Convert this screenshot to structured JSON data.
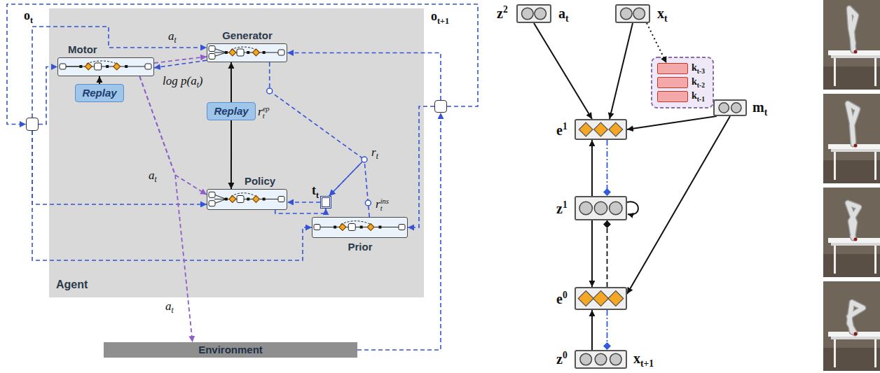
{
  "diagram": {
    "nodes": [
      {
        "text": [
          "Agent"
        ]
      },
      {
        "text": [
          "Generator"
        ],
        "in": 0
      },
      {
        "text": [
          "Motor"
        ],
        "in": 0
      },
      {
        "text": [
          "Policy"
        ],
        "in": 0
      },
      {
        "text": [
          "Prior"
        ],
        "in": 0
      },
      {
        "text": [
          "Replay"
        ],
        "in": 0
      },
      {
        "text": [
          "Replay"
        ],
        "in": 0
      },
      {
        "text": [
          "tt"
        ],
        "in": 0
      },
      {
        "text": [
          "Environment"
        ]
      },
      {
        "text": [
          "ot"
        ]
      },
      {
        "text": [
          "ot+1"
        ]
      },
      {
        "text": [
          "z2",
          "at"
        ]
      },
      {
        "text": [
          "xt"
        ]
      },
      {
        "text": [
          "kt-3"
        ]
      },
      {
        "text": [
          "kt-2"
        ]
      },
      {
        "text": [
          "kt-1"
        ]
      },
      {
        "text": [
          "mt"
        ]
      },
      {
        "text": [
          "e1"
        ]
      },
      {
        "text": [
          "z1"
        ]
      },
      {
        "text": [
          "e0"
        ]
      },
      {
        "text": [
          "z0",
          "xt+1"
        ]
      }
    ],
    "edges": [
      {
        "from": 9,
        "to": 1,
        "arrow": "to"
      },
      {
        "from": 9,
        "to": 2,
        "arrow": "to"
      },
      {
        "from": 9,
        "to": 3,
        "arrow": "to"
      },
      {
        "from": 9,
        "to": 4,
        "arrow": "to"
      },
      {
        "from": 10,
        "to": 1,
        "arrow": "to"
      },
      {
        "from": 10,
        "to": 4,
        "arrow": "to"
      },
      {
        "from": 10,
        "to": 9,
        "arrow": "to"
      },
      {
        "from": 8,
        "to": 10,
        "arrow": "to"
      },
      {
        "from": 2,
        "to": 8,
        "label": "at",
        "arrow": "to"
      },
      {
        "from": 2,
        "to": 1,
        "label": "at",
        "arrow": "to"
      },
      {
        "from": 2,
        "to": 3,
        "label": "at",
        "arrow": "to"
      },
      {
        "from": 1,
        "to": 2,
        "label": "log p(at)",
        "arrow": "to"
      },
      {
        "from": 5,
        "to": 1,
        "arrow": "to"
      },
      {
        "from": 5,
        "to": 3,
        "arrow": "to"
      },
      {
        "from": 6,
        "to": 2,
        "arrow": "to"
      },
      {
        "from": 7,
        "to": 3,
        "arrow": "to"
      },
      {
        "from": 3,
        "to": 7,
        "arrow": "to"
      },
      {
        "from": 1,
        "to": 7,
        "label": "rtep",
        "arrow": "to"
      },
      {
        "from": 4,
        "to": 7,
        "label": "rtins",
        "arrow": "to"
      },
      {
        "from": 11,
        "to": 17,
        "arrow": "to"
      },
      {
        "from": 12,
        "to": 17,
        "arrow": "to"
      },
      {
        "from": 12,
        "to": 13,
        "arrow": "to"
      },
      {
        "from": 16,
        "to": 17,
        "arrow": "to"
      },
      {
        "from": 16,
        "to": 19,
        "arrow": "to"
      },
      {
        "from": 18,
        "to": 17,
        "arrow": "to"
      },
      {
        "from": 17,
        "to": 18,
        "arrow": "to"
      },
      {
        "from": 18,
        "to": 19,
        "arrow": "to"
      },
      {
        "from": 19,
        "to": 18,
        "arrow": "to"
      },
      {
        "from": 20,
        "to": 19,
        "arrow": "to"
      },
      {
        "from": 19,
        "to": 20,
        "arrow": "to"
      }
    ],
    "labels": [
      "rt"
    ]
  }
}
